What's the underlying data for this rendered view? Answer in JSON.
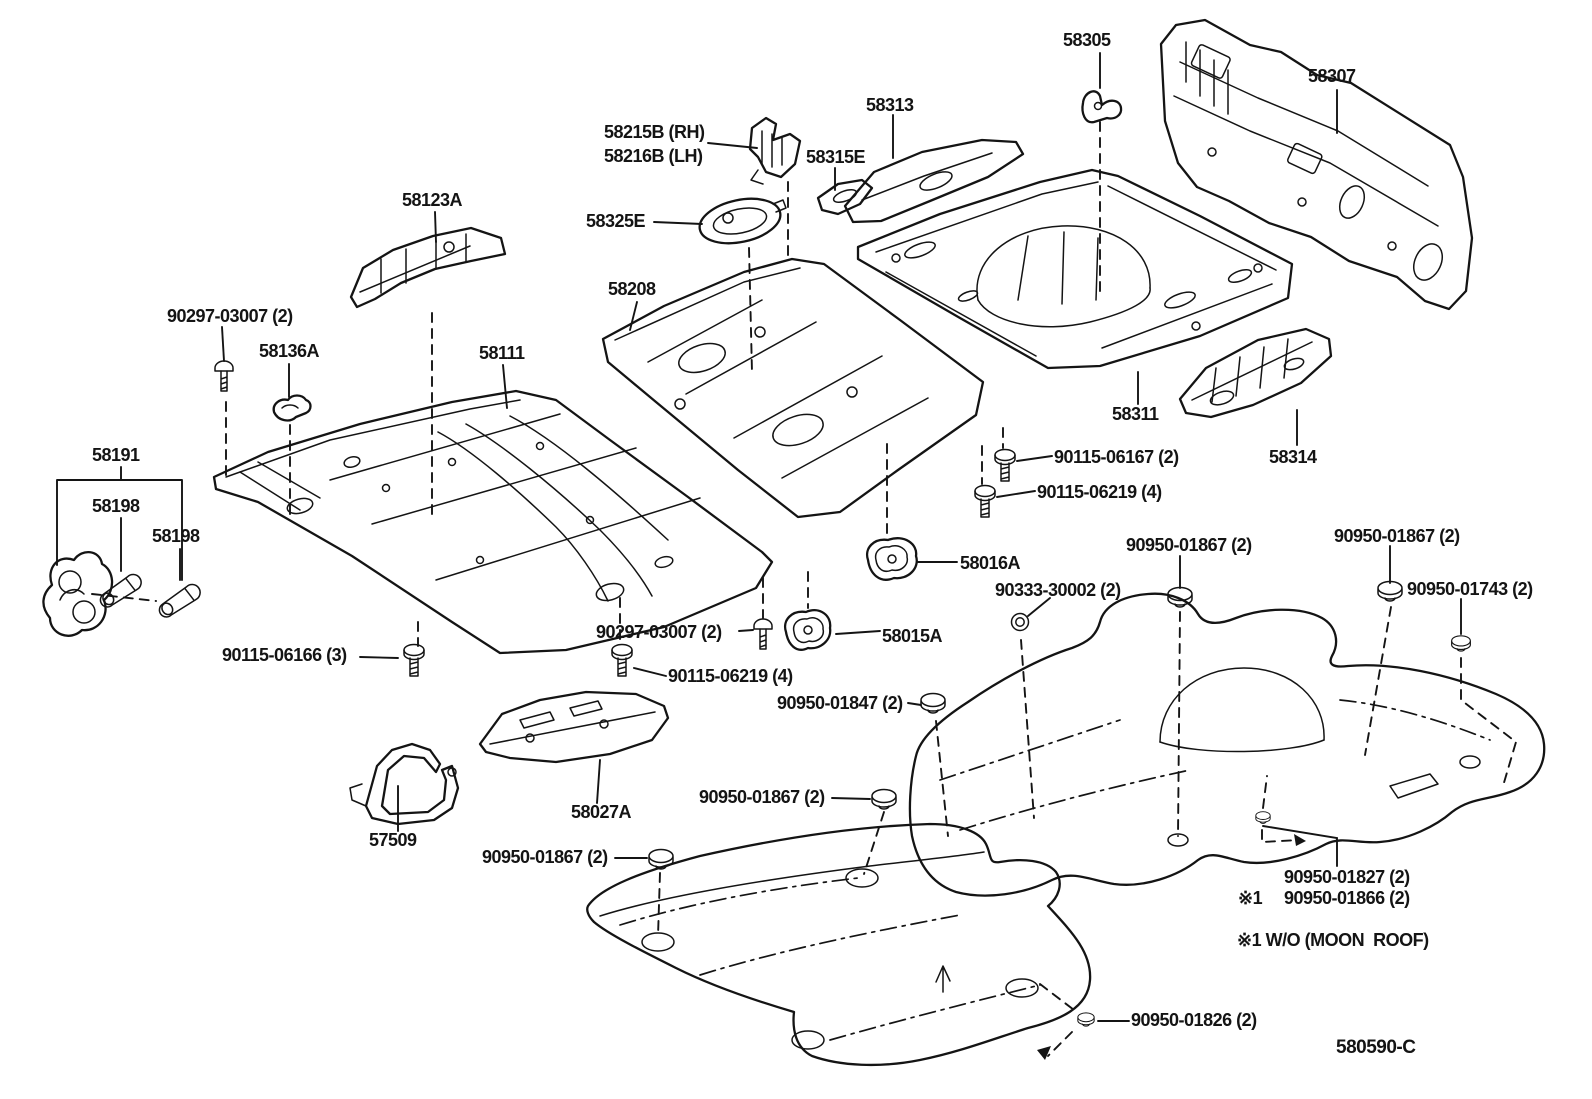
{
  "colors": {
    "ink": "#141414",
    "background": "#ffffff"
  },
  "diagram_code": "580590-C",
  "labels": [
    {
      "name": "part-58305",
      "text": "58305"
    },
    {
      "name": "part-58313",
      "text": "58313"
    },
    {
      "name": "part-58307",
      "text": "58307"
    },
    {
      "name": "part-58215B",
      "text": "58215B (RH)"
    },
    {
      "name": "part-58216B",
      "text": "58216B (LH)"
    },
    {
      "name": "part-58315E",
      "text": "58315E"
    },
    {
      "name": "part-58325E",
      "text": "58325E"
    },
    {
      "name": "part-58123A",
      "text": "58123A"
    },
    {
      "name": "part-58208",
      "text": "58208"
    },
    {
      "name": "part-90297-03007-a",
      "text": "90297-03007 (2)"
    },
    {
      "name": "part-58136A",
      "text": "58136A"
    },
    {
      "name": "part-58111",
      "text": "58111"
    },
    {
      "name": "part-58191",
      "text": "58191"
    },
    {
      "name": "part-58198-a",
      "text": "58198"
    },
    {
      "name": "part-58198-b",
      "text": "58198"
    },
    {
      "name": "part-58311",
      "text": "58311"
    },
    {
      "name": "part-90115-06167",
      "text": "90115-06167 (2)"
    },
    {
      "name": "part-58314",
      "text": "58314"
    },
    {
      "name": "part-90115-06219-a",
      "text": "90115-06219 (4)"
    },
    {
      "name": "part-58016A",
      "text": "58016A"
    },
    {
      "name": "part-90950-01867-a",
      "text": "90950-01867 (2)"
    },
    {
      "name": "part-90950-01867-b",
      "text": "90950-01867 (2)"
    },
    {
      "name": "part-90950-01743",
      "text": "90950-01743 (2)"
    },
    {
      "name": "part-90333-30002",
      "text": "90333-30002 (2)"
    },
    {
      "name": "part-90297-03007-b",
      "text": "90297-03007 (2)"
    },
    {
      "name": "part-58015A",
      "text": "58015A"
    },
    {
      "name": "part-90115-06166",
      "text": "90115-06166 (3)"
    },
    {
      "name": "part-90115-06219-b",
      "text": "90115-06219 (4)"
    },
    {
      "name": "part-90950-01847",
      "text": "90950-01847 (2)"
    },
    {
      "name": "part-90950-01867-c",
      "text": "90950-01867 (2)"
    },
    {
      "name": "part-58027A",
      "text": "58027A"
    },
    {
      "name": "part-57509",
      "text": "57509"
    },
    {
      "name": "part-90950-01867-d",
      "text": "90950-01867 (2)"
    },
    {
      "name": "part-90950-01827",
      "text": "90950-01827 (2)"
    },
    {
      "name": "note-mark",
      "text": "※1"
    },
    {
      "name": "part-90950-01866",
      "text": "90950-01866 (2)"
    },
    {
      "name": "note-moonroof",
      "text": "※1 W/O (MOON  ROOF)"
    },
    {
      "name": "part-90950-01826",
      "text": "90950-01826 (2)"
    }
  ]
}
